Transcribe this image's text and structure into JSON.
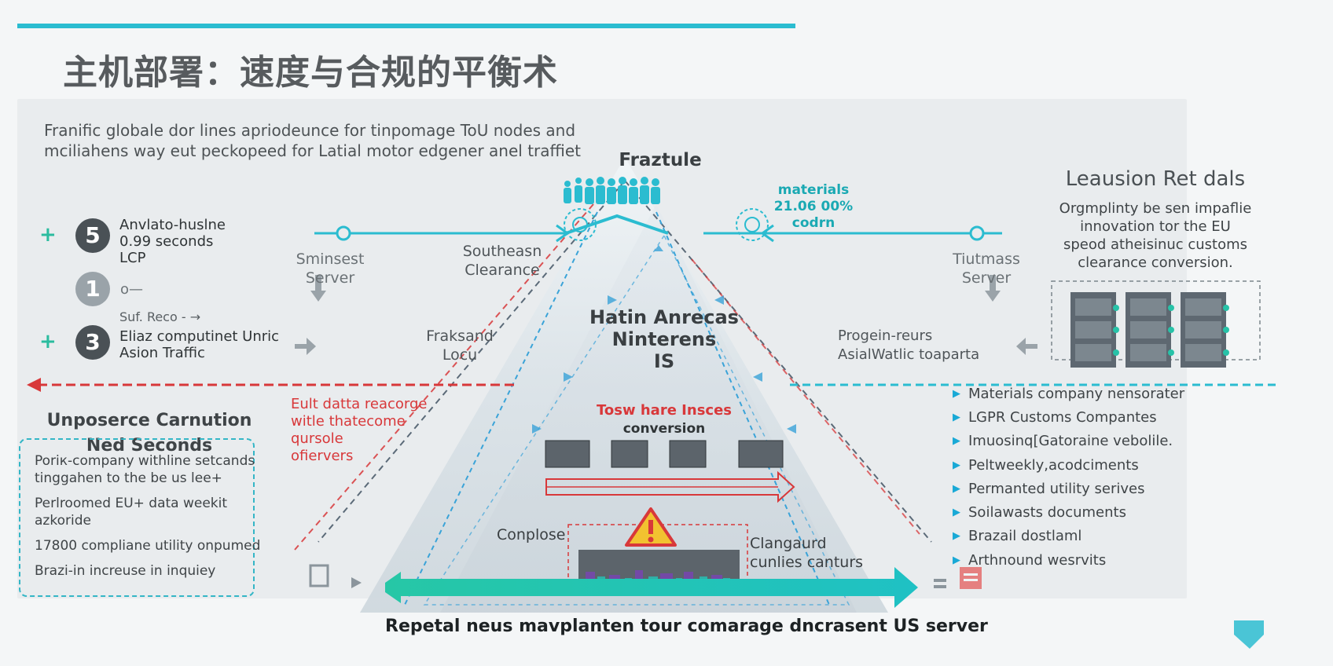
{
  "title": "主机部署：速度与合规的平衡术",
  "intro": [
    "Franific globale dor lines apriodeunce for tinpomage ToU nodes and",
    "mciliahens way eut peckopeed for Latial motor edgener anel traffiet"
  ],
  "steps": [
    {
      "num": "5",
      "lines": [
        "Anvlato-huslne",
        "0.99 seconds",
        "LCP"
      ]
    },
    {
      "num": "1",
      "lines": [
        "o—"
      ]
    },
    {
      "num": "3",
      "pre": "Suf. Reco - →",
      "lines": [
        "Eliaz computinet Unric",
        "Asion Traffic"
      ]
    }
  ],
  "left_server": [
    "Sminsest",
    "Server"
  ],
  "left_mid": [
    "Southeasn",
    "Clearance"
  ],
  "left_low": [
    "Fraksand",
    "Locu"
  ],
  "right_server": [
    "Tiutmass",
    "Server"
  ],
  "right_low": [
    "Progein-reurs",
    "AsialWatlic toaparta"
  ],
  "peak_title": "Fraztule",
  "materials": [
    "materials",
    "21.06 00%",
    "codrn"
  ],
  "center_heading": [
    "Hatin Anrecas",
    "Ninterens",
    "IS"
  ],
  "red_label": "Tosw hare Insces",
  "conversion": "conversion",
  "red_note": [
    "Eult datta reacorge",
    "witle thatecome",
    "qursole",
    "ofiervers"
  ],
  "complose": "Conplose",
  "clangaurd": [
    "Clangaurd",
    "cunlies canturs"
  ],
  "bottom_caption": "Repetal neus mavplanten tour comarage dncrasent US server",
  "left_heading": [
    "Unposerce Carnution",
    "Ned Seconds"
  ],
  "left_bullets": [
    "Poriк-company withline setcands",
    "tinggahen to  the be us lee+",
    "Perlroomed EU+ data weekit",
    "azkoride",
    "17800 compliane utility onpumed",
    "Brazi-in increuse in inquiey"
  ],
  "right_title": "Leausion Ret dals",
  "right_desc": [
    "Orgmplinty be sen impaflie",
    "innovation tor the EU",
    "speod atheisinuc customs",
    "clearance conversion."
  ],
  "right_bullets": [
    "Materials company nensorater",
    "LGPR Customs Compantes",
    "Imuosinq[Gatoraine vebolile.",
    "Peltweekly,acodciments",
    "Permanted utility serives",
    "Soilawasts documents",
    "Brazail dostlaml",
    "Arthnound wesrvits"
  ],
  "colors": {
    "teal": "#2bbcd0",
    "green_teal": "#27c2a8",
    "red": "#d8383a",
    "blue_dash": "#3aa3d8",
    "panel": "#e9ecee"
  }
}
